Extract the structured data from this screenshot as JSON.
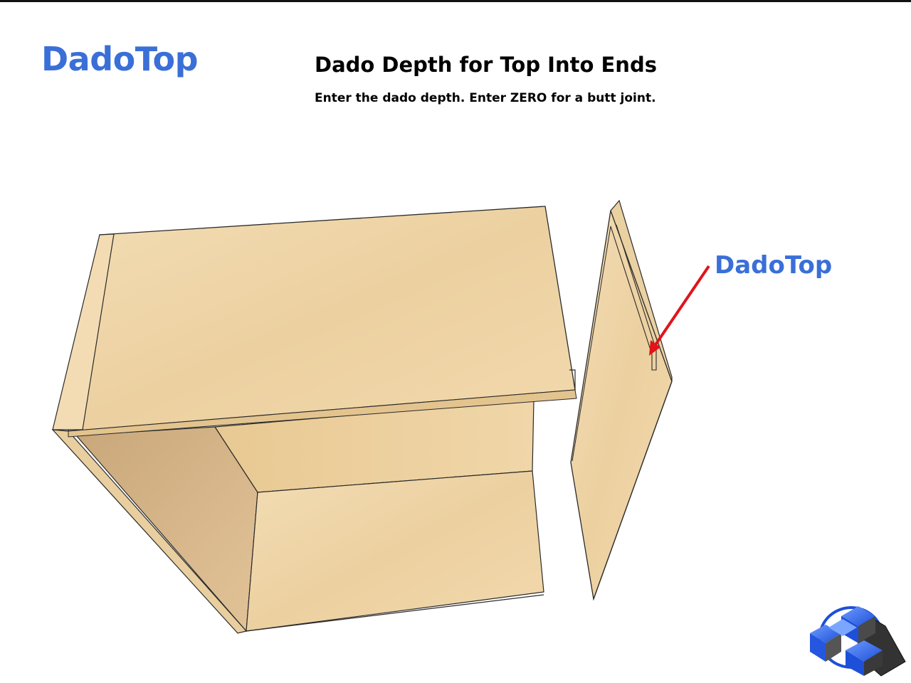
{
  "slide": {
    "title": "DadoTop",
    "heading": "Dado Depth for Top Into Ends",
    "instruction": "Enter the dado depth. Enter ZERO for a butt joint."
  },
  "callout": {
    "label": "DadoTop",
    "arrow_color": "#e0141a"
  },
  "colors": {
    "accent": "#3a6fd8",
    "wood_light": "#f1d9ae",
    "wood_mid": "#e6c792",
    "wood_dark": "#d9b988",
    "edge": "#2a2a2a"
  },
  "logo": {
    "icon": "cube-cluster-logo-icon"
  }
}
